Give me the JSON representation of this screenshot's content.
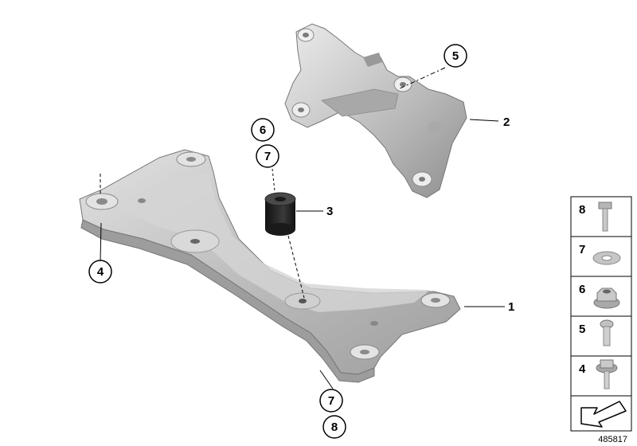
{
  "callouts": {
    "part_1": "1",
    "part_2": "2",
    "part_3": "3",
    "part_4": "4",
    "part_5": "5",
    "part_6": "6",
    "part_7_top": "7",
    "part_7_bottom": "7",
    "part_8_bottom": "8"
  },
  "legend": {
    "items": [
      {
        "number": "8",
        "icon": "hex-bolt-icon"
      },
      {
        "number": "7",
        "icon": "washer-icon"
      },
      {
        "number": "6",
        "icon": "flange-nut-icon"
      },
      {
        "number": "5",
        "icon": "torx-bolt-icon"
      },
      {
        "number": "4",
        "icon": "hex-flange-bolt-icon"
      }
    ],
    "footer_icon": "arrow-direction-icon"
  },
  "figure_id": "485817",
  "colors": {
    "part_fill": "#c9c9c9",
    "part_dark": "#9a9a9a",
    "part_light": "#e6e6e6",
    "bushing": "#1e1e1e",
    "line": "#000000"
  }
}
